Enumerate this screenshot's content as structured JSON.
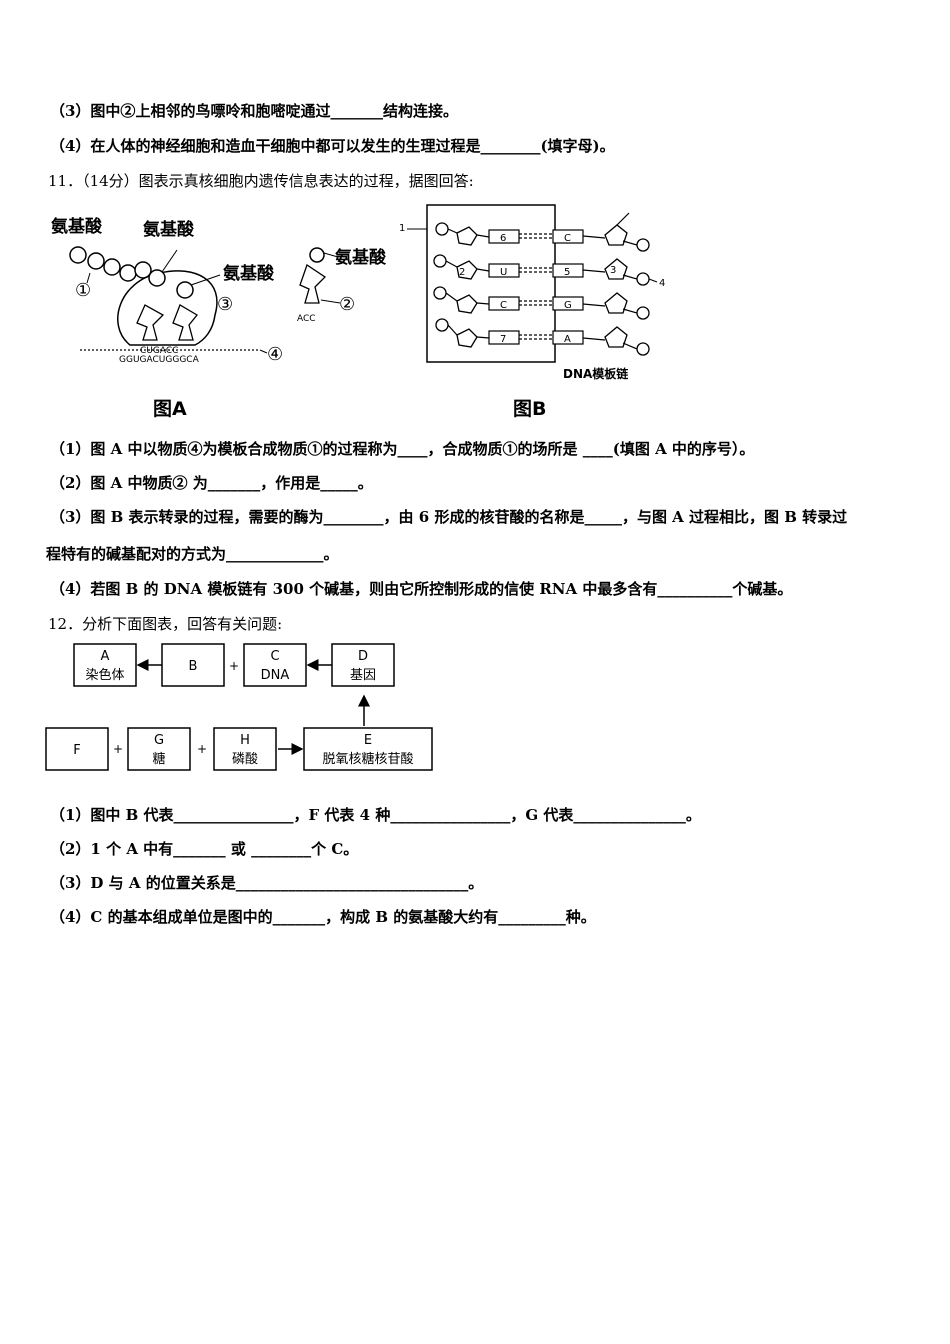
{
  "lines": {
    "q10_3": "（3）图中②上相邻的鸟嘌呤和胞嘧啶通过_______结构连接。",
    "q10_4": "（4）在人体的神经细胞和造血干细胞中都可以发生的生理过程是________(填字母)。",
    "q11_head": "11．（14分）图表示真核细胞内遗传信息表达的过程，据图回答:",
    "q11_1": "（1）图 A 中以物质④为模板合成物质①的过程称为____，合成物质①的场所是 ____(填图 A 中的序号）。",
    "q11_2": "（2）图 A 中物质② 为_______，作用是_____。",
    "q11_3a": "（3）图 B 表示转录的过程，需要的酶为________，由 6 形成的核苷酸的名称是_____，与图 A 过程相比，图 B 转录过",
    "q11_3b": "程特有的碱基配对的方式为_____________。",
    "q11_4": "（4）若图 B 的 DNA 模板链有 300 个碱基，则由它所控制形成的信使 RNA 中最多含有__________个碱基。",
    "q12_head": "12．分析下面图表，回答有关问题:",
    "q12_1": "（1）图中 B 代表________________，F 代表 4 种________________，G 代表_______________。",
    "q12_2": "（2）1 个 A 中有_______ 或 ________个 C。",
    "q12_3": "（3）D 与 A 的位置关系是_______________________________。",
    "q12_4": "（4）C 的基本组成单位是图中的_______，构成 B 的氨基酸大约有_________种。"
  },
  "figA": {
    "caption": "图A",
    "amino1": "氨基酸",
    "amino2": "氨基酸",
    "amino3": "氨基酸",
    "amino4": "氨基酸",
    "n1": "①",
    "n2": "②",
    "n3": "③",
    "n4": "④",
    "anticodons": "CUGACC",
    "mrna": "GGUGACUGGGCA",
    "acc": "ACC"
  },
  "figB": {
    "caption": "图B",
    "label1": "1",
    "label4": "4",
    "strand_label": "DNA模板链",
    "left_bases": [
      "6",
      "U",
      "C",
      "7"
    ],
    "right_bases": [
      "C",
      "5",
      "G",
      "A"
    ],
    "left_nums": [
      "",
      "2",
      "",
      ""
    ],
    "right_nums": [
      "",
      "3",
      "",
      ""
    ]
  },
  "diagram12": {
    "A_letter": "A",
    "A_text": "染色体",
    "B_letter": "B",
    "C_letter": "C",
    "C_text": "DNA",
    "D_letter": "D",
    "D_text": "基因",
    "F_letter": "F",
    "G_letter": "G",
    "G_text": "糖",
    "H_letter": "H",
    "H_text": "磷酸",
    "E_letter": "E",
    "E_text": "脱氧核糖核苷酸",
    "plus": "+"
  }
}
